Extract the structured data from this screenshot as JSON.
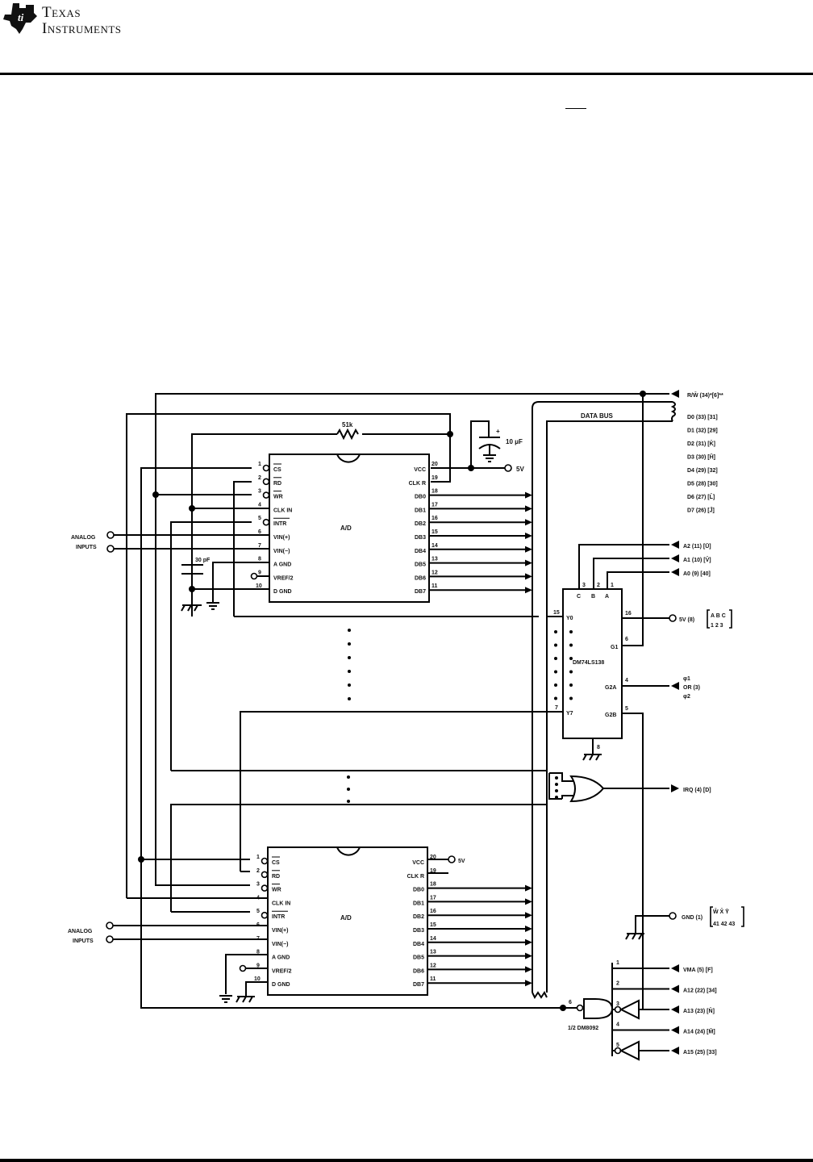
{
  "header": {
    "brand_line1": "Texas",
    "brand_line2": "Instruments",
    "logo_icon": "ti-logo-icon"
  },
  "schematic": {
    "adc_top": {
      "label": "A/D",
      "left_pins": [
        {
          "num": "1",
          "name": "CS",
          "inverted": true
        },
        {
          "num": "2",
          "name": "RD",
          "inverted": true
        },
        {
          "num": "3",
          "name": "WR",
          "inverted": true
        },
        {
          "num": "4",
          "name": "CLK IN",
          "inverted": false
        },
        {
          "num": "5",
          "name": "INTR",
          "inverted": true
        },
        {
          "num": "6",
          "name": "VIN(+)",
          "inverted": false
        },
        {
          "num": "7",
          "name": "VIN(−)",
          "inverted": false
        },
        {
          "num": "8",
          "name": "A GND",
          "inverted": false
        },
        {
          "num": "9",
          "name": "VREF/2",
          "inverted": false
        },
        {
          "num": "10",
          "name": "D GND",
          "inverted": false
        }
      ],
      "right_pins": [
        {
          "num": "20",
          "name": "VCC"
        },
        {
          "num": "19",
          "name": "CLK R"
        },
        {
          "num": "18",
          "name": "DB0"
        },
        {
          "num": "17",
          "name": "DB1"
        },
        {
          "num": "16",
          "name": "DB2"
        },
        {
          "num": "15",
          "name": "DB3"
        },
        {
          "num": "14",
          "name": "DB4"
        },
        {
          "num": "13",
          "name": "DB5"
        },
        {
          "num": "12",
          "name": "DB6"
        },
        {
          "num": "11",
          "name": "DB7"
        }
      ],
      "analog_inputs_label_1": "ANALOG",
      "analog_inputs_label_2": "INPUTS",
      "resistor_label": "51k",
      "capacitor_label": "30 pF",
      "bypass_cap_label": "10 μF",
      "bypass_cap_polarity": "+",
      "vcc_label": "5V"
    },
    "adc_bottom": {
      "label": "A/D",
      "vcc_label": "5V",
      "analog_inputs_label_1": "ANALOG",
      "analog_inputs_label_2": "INPUTS"
    },
    "data_bus_label": "DATA BUS",
    "bus_signals": [
      "R/W̄ (34)*[6]**",
      "D0 (33) [31]",
      "D1 (32) [29]",
      "D2 (31) [K̄]",
      "D3 (30) [H̄]",
      "D4 (29) [32]",
      "D5 (28) [30]",
      "D6 (27) [L̄]",
      "D7 (26) [J̄]"
    ],
    "decoder": {
      "part": "DM74LS138",
      "inputs": [
        {
          "signal": "A2 (11) [Ū]",
          "pin": "3",
          "name": "C"
        },
        {
          "signal": "A1 (10) [V̄]",
          "pin": "2",
          "name": "B"
        },
        {
          "signal": "A0 (9)   [40]",
          "pin": "1",
          "name": "A"
        }
      ],
      "y0": {
        "pin": "15",
        "name": "Y0"
      },
      "y7": {
        "pin": "7",
        "name": "Y7"
      },
      "g1": {
        "pin": "6",
        "name": "G1"
      },
      "g2a": {
        "pin": "4",
        "name": "G2A"
      },
      "g2b": {
        "pin": "5",
        "name": "G2B"
      },
      "vcc": {
        "pin": "16",
        "signal": "5V (8)",
        "bracket_top": "A B C",
        "bracket_bottom": "1 2 3"
      },
      "gnd_pin": "8",
      "g2a_signal_1": "φ1",
      "g2a_signal_2": "OR (3)",
      "g2a_signal_3": "φ2"
    },
    "irq_signal": "IRQ (4) [D]",
    "gnd_signal": "GND (1)",
    "gnd_bracket_top": "W̄ X̄ Ȳ",
    "gnd_bracket_bottom": "41 42 43",
    "nand": {
      "part": "1/2 DM8092",
      "output_pin": "6",
      "inputs": [
        {
          "pin": "1",
          "signal": "VMA (5) [F]",
          "inverter": false
        },
        {
          "pin": "2",
          "signal": "A12 (22) [34]",
          "inverter": false
        },
        {
          "pin": "3",
          "signal": "A13 (23) [N̄]",
          "inverter": true
        },
        {
          "pin": "4",
          "signal": "A14 (24) [M̄]",
          "inverter": false
        },
        {
          "pin": "5",
          "signal": "A15 (25) [33]",
          "inverter": true
        }
      ]
    }
  }
}
